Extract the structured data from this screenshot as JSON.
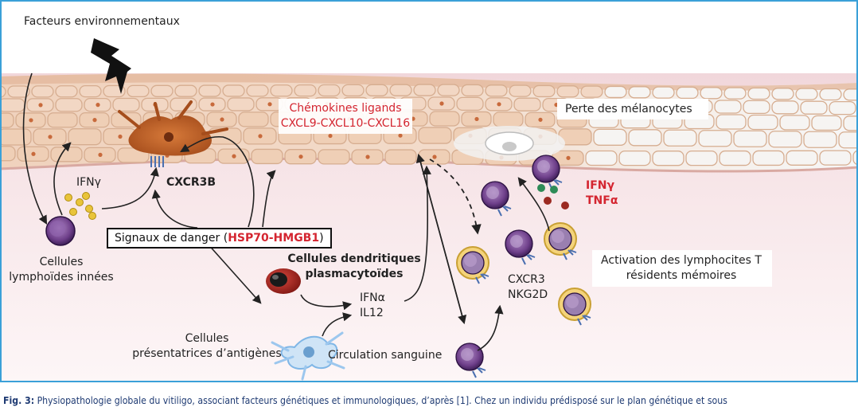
{
  "labels": {
    "env_factors": "Facteurs environnementaux",
    "ifn_gamma_left": "IFNγ",
    "cxcr3b": "CXCR3B",
    "innate_1": "Cellules",
    "innate_2": "lymphoïdes innées",
    "danger_prefix": "Signaux de danger (",
    "danger_red": "HSP70-HMGB1",
    "danger_suffix": ")",
    "chemokines_1": "Chémokines ligands",
    "chemokines_2": "CXCL9-CXCL10-CXCL16",
    "perte": "Perte des mélanocytes",
    "ifng_red": "IFNγ",
    "tnfa_red": "TNFα",
    "pdc_1": "Cellules dendritiques",
    "pdc_2": "plasmacytoïdes",
    "ifna": "IFNα",
    "il12": "IL12",
    "apc_1": "Cellules",
    "apc_2": "présentatrices d’antigènes",
    "circulation": "Circulation sanguine",
    "cxcr3": "CXCR3",
    "nkg2d": "NKG2D",
    "activation_1": "Activation des lymphocites T",
    "activation_2": "résidents mémoires"
  },
  "caption": {
    "prefix": "Fig. 3:",
    "text": " Physiopathologie globale du vitiligo, associant facteurs génétiques et immunologiques, d’après [1]. Chez un individu prédisposé sur le plan génétique et sous"
  },
  "colors": {
    "frame": "#3aa0d8",
    "accent_red": "#d42530",
    "caption": "#1f3b73"
  }
}
